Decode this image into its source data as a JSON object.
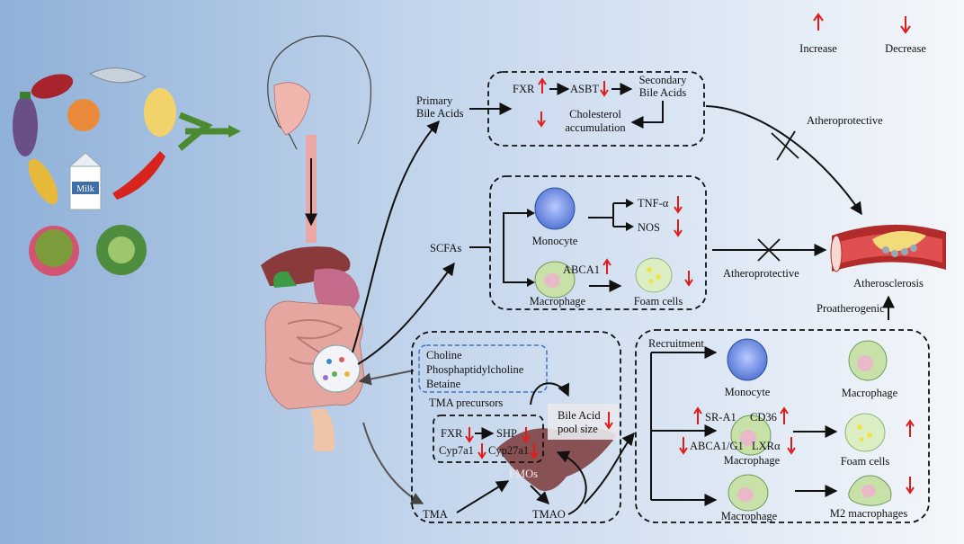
{
  "legend": {
    "increase": "Increase",
    "decrease": "Decrease"
  },
  "colors": {
    "up_arrow": "#e21b1b",
    "down_arrow": "#e21b1b",
    "bg_left": "#8fb0d8",
    "bg_right": "#f4f7fb"
  },
  "diet": {
    "milk": "Milk"
  },
  "branches": {
    "primary": "Primary",
    "bile_acids": "Bile Acids",
    "scfas": "SCFAs",
    "tma": "TMA",
    "tmao": "TMAO"
  },
  "bile_box": {
    "fxr": "FXR",
    "asbt": "ASBT",
    "secondary_1": "Secondary",
    "secondary_2": "Bile Acids",
    "chol_1": "Cholesterol",
    "chol_2": "accumulation"
  },
  "scfa_box": {
    "monocyte": "Monocyte",
    "tnf": "TNF-α",
    "nos": "NOS",
    "abca1": "ABCA1",
    "macrophage": "Macrophage",
    "foam": "Foam cells"
  },
  "outcomes": {
    "atheroprotective_1": "Atheroprotective",
    "atheroprotective_2": "Atheroprotective",
    "atherosclerosis": "Atherosclerosis",
    "proatherogenic": "Proatherogenic"
  },
  "tma_box": {
    "choline": "Choline",
    "phosphatidylcholine": "Phosphaptidylcholine",
    "betaine": "Betaine",
    "precursors": "TMA precursors",
    "fxr": "FXR",
    "shp": "SHP",
    "cyp7a1": "Cyp7a1",
    "cyp27a1": "Cyp27a1",
    "bile_pool_1": "Bile Acid",
    "bile_pool_2": "pool size",
    "fmos": "FMOs"
  },
  "recruit_box": {
    "recruitment": "Recruitment",
    "monocyte": "Monocyte",
    "macrophage_top": "Macrophage",
    "sra1": "SR-A1",
    "cd36": "CD36",
    "abca1g1": "ABCA1/G1",
    "lxra": "LXRα",
    "macrophage_mid": "Macrophage",
    "foam": "Foam cells",
    "macrophage_bot": "Macrophage",
    "m2": "M2 macrophages"
  }
}
